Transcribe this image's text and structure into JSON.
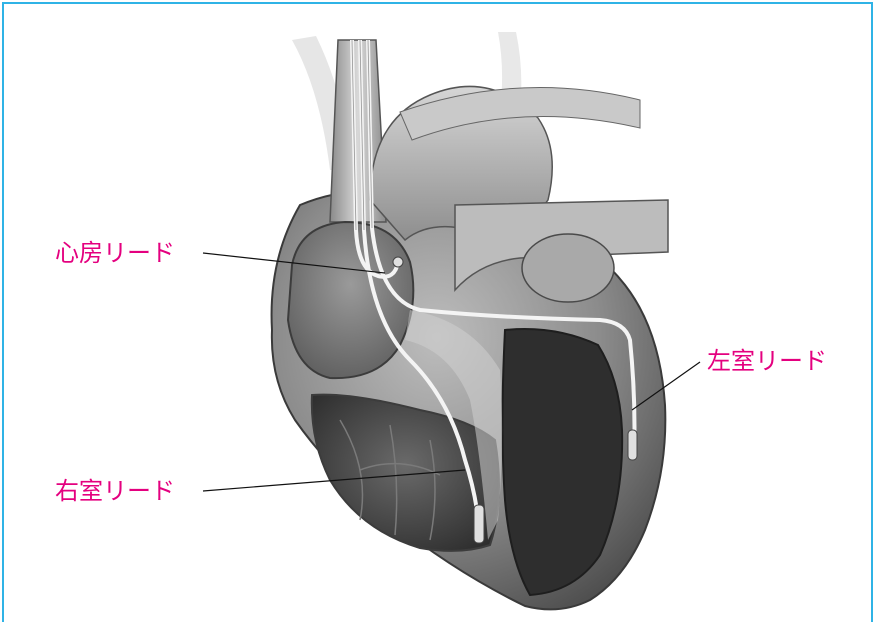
{
  "labels": {
    "atrial": "心房リード",
    "right_ventricular": "右室リード",
    "left_ventricular": "左室リード"
  },
  "colors": {
    "frame": "#2fb3e6",
    "label_text": "#e4007f",
    "leader": "#111111"
  }
}
